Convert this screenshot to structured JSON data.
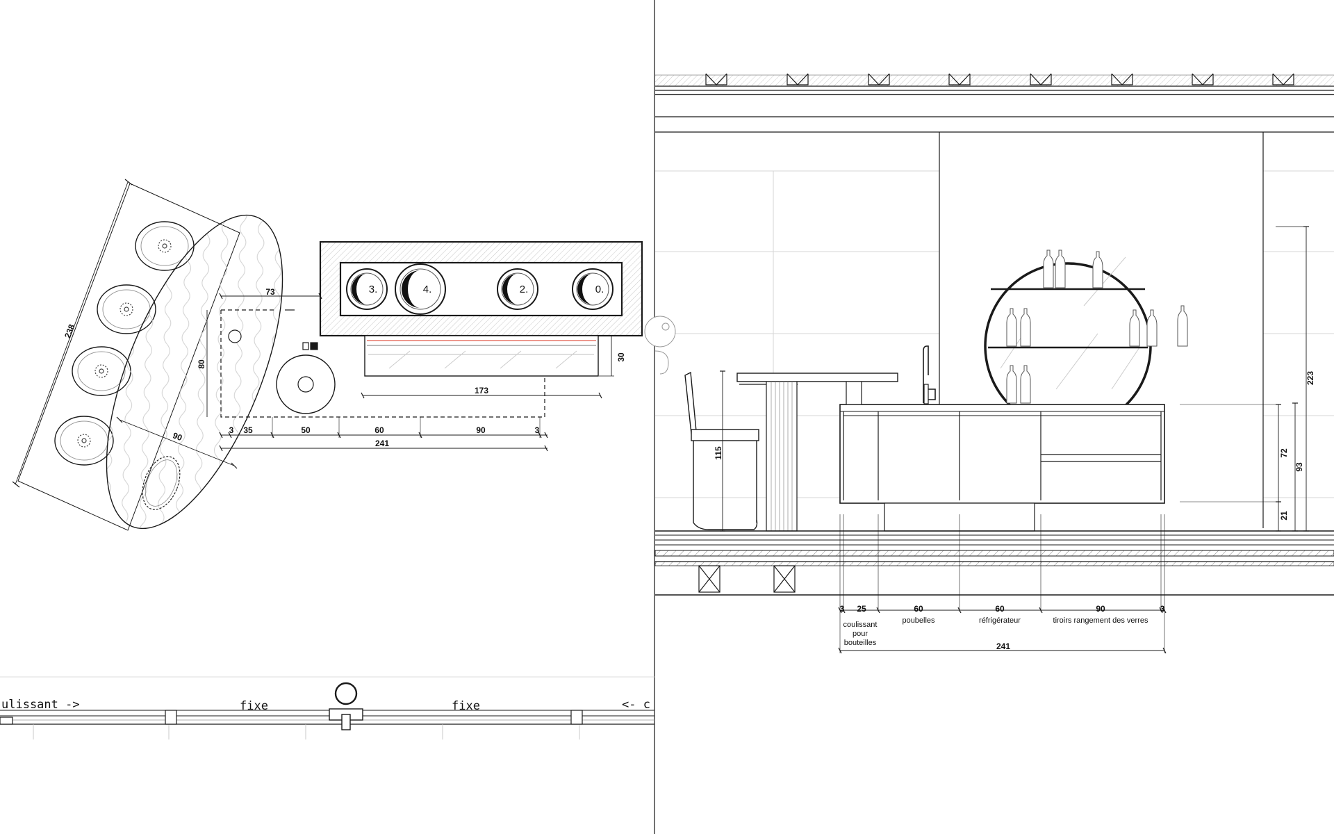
{
  "plan": {
    "dims": {
      "bench_length": "238",
      "bench_width": "90",
      "offset_73": "73",
      "depth_80": "80",
      "height_30": "30",
      "width_173": "173",
      "seg_3a": "3",
      "seg_35": "35",
      "seg_50": "50",
      "seg_60": "60",
      "seg_90": "90",
      "seg_3b": "3",
      "total_241": "241"
    },
    "burners": [
      "3.",
      "4.",
      "2.",
      "0."
    ],
    "facade": {
      "left_label": "ulissant ->",
      "fixe_1": "fixe",
      "fixe_2": "fixe",
      "right_label": "<- c"
    }
  },
  "elevation": {
    "dims": {
      "chair_115": "115",
      "h_223": "223",
      "h_72": "72",
      "h_93": "93",
      "h_21": "21",
      "s_3a": "3",
      "s_25": "25",
      "s_60a": "60",
      "s_60b": "60",
      "s_90": "90",
      "s_3b": "3",
      "total_241": "241"
    },
    "labels": {
      "coulissant_1": "coulissant",
      "coulissant_2": "pour",
      "coulissant_3": "bouteilles",
      "poubelles": "poubelles",
      "refrigerateur": "réfrigérateur",
      "tiroirs": "tiroirs rangement des verres"
    }
  },
  "colors": {
    "line": "#1a1a1a",
    "light": "#bdbdbd",
    "hatch": "#c8c8c8",
    "accent_red": "#e25b4a"
  }
}
